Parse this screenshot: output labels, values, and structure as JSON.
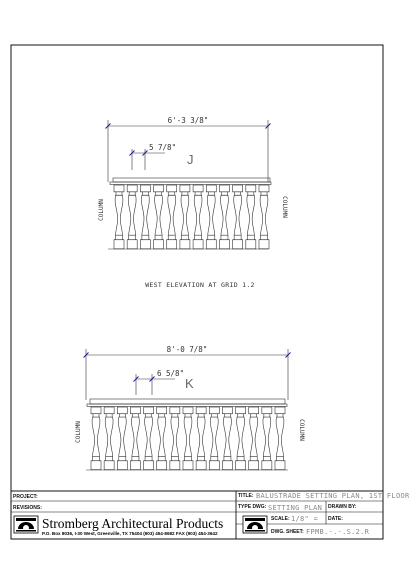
{
  "elevation_top": {
    "overall_dim": "6'-3 3/8\"",
    "spacing_dim": "5 7/8\"",
    "grid_letter": "J",
    "column_left": "COLUMN",
    "column_right": "COLUMN",
    "caption": "WEST ELEVATION AT GRID 1.2",
    "baluster_count": 12
  },
  "elevation_bottom": {
    "overall_dim": "8'-0 7/8\"",
    "spacing_dim": "6 5/8\"",
    "grid_letter": "K",
    "column_left": "COLUMN",
    "column_right": "COLUMN",
    "baluster_count": 15
  },
  "title_block": {
    "project_label": "PROJECT:",
    "revisions_label": "REVISIONS:",
    "title_label": "TITLE:",
    "title_value": "BALUSTRADE SETTING PLAN, 1ST FLOOR",
    "type_dwg_label": "TYPE DWG:",
    "type_dwg_value": "SETTING PLAN",
    "drawn_by_label": "DRAWN BY:",
    "scale_label": "SCALE:",
    "scale_value": "1/8\" =",
    "date_label": "DATE:",
    "dwg_sheet_label": "DWG. SHEET:",
    "dwg_sheet_value": "FPMB.-.-.S.2.R",
    "company_name": "Stromberg Architectural Products",
    "company_address": "P.O. Box 8036, I-30 West, Greenville, TX 75404  (903) 454-8682  FAX (903) 454-3642"
  }
}
